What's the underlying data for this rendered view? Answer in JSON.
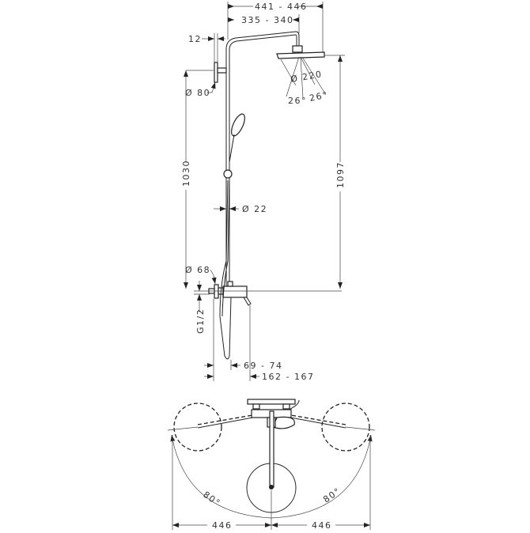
{
  "elevation": {
    "dims": {
      "overall_projection": "441 - 446",
      "arm_projection": "335 - 340",
      "wall_offset": "12",
      "bracket_diameter": "Ø 80",
      "head_diameter": "Ø 220",
      "spray_angle_left": "26°",
      "spray_angle_right": "26°",
      "bracket_height": "1030",
      "head_height": "1097",
      "pipe_diameter": "Ø 22",
      "mixer_diameter": "Ø 68",
      "connection": "G1/2",
      "hose_offset": "69 - 74",
      "mixer_projection": "162 - 167"
    }
  },
  "plan": {
    "dims": {
      "left_width": "446",
      "right_width": "446",
      "left_angle": "80°",
      "right_angle": "80°"
    }
  }
}
